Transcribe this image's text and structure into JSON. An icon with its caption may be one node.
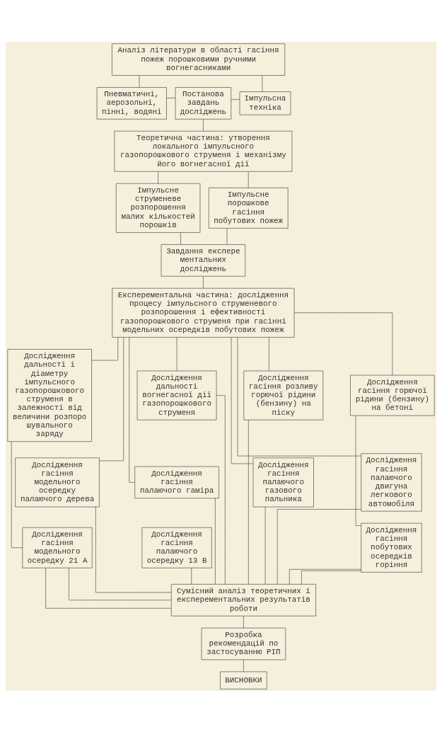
{
  "diagram": {
    "nodes": [
      {
        "text": [
          "Аналіз літератури в області гасіння пожеж порошковими ручними вогнегасниками"
        ]
      },
      {
        "text": [
          "Пневматичні, аерозольні, пінні, водяні"
        ]
      },
      {
        "text": [
          "Постанова завдань досліджень"
        ]
      },
      {
        "text": [
          "Імпульсна техніка"
        ]
      },
      {
        "text": [
          "Теоретична частина: утворення локального імпульсного газопорошкового струменя і механізму його вогнегасної дії"
        ]
      },
      {
        "text": [
          "Імпульсне струменеве розпорошення малих кількостей порошків"
        ]
      },
      {
        "text": [
          "Імпульсне порошкове гасіння побутових пожеж"
        ]
      },
      {
        "text": [
          "Завдання експерементальних досліджень"
        ]
      },
      {
        "text": [
          "Експерементальна частина: дослідження процесу імпульсного струменевого розпорошення і ефективності газопорошкового струменя при гасінні модельних осередків побутових пожеж"
        ]
      },
      {
        "text": [
          "Дослідження дальності і діаметру імпульсного газопорошкового струменя в залежності від величини розпорошувального заряду"
        ]
      },
      {
        "text": [
          "Дослідження дальності вогнегасної дії газопорошкового струменя"
        ]
      },
      {
        "text": [
          "Дослідження гасіння розливу горючої рідини (бензину) на піску"
        ]
      },
      {
        "text": [
          "Дослідження гасіння горючої рідини (бензину) на бетоні"
        ]
      },
      {
        "text": [
          "Дослідження гасіння модельного осередку палаючого дерева"
        ]
      },
      {
        "text": [
          "Дослідження гасіння палаючого гаміра"
        ]
      },
      {
        "text": [
          "Дослідження гасіння палаючого газового пальника"
        ]
      },
      {
        "text": [
          "Дослідження гасіння палаючого двигуна легкового автомобіля"
        ]
      },
      {
        "text": [
          "Дослідження гасіння модельного осередку 21 А"
        ]
      },
      {
        "text": [
          "Дослідження гасіння палаючого осередку 13 В"
        ]
      },
      {
        "text": [
          "Дослідження гасіння побутових осередків горіння"
        ]
      },
      {
        "text": [
          "Сумісний аналіз теоретичних і експерементальних результатів роботи"
        ]
      },
      {
        "text": [
          "Розробка рекомендацій по застосуванню РІП"
        ]
      },
      {
        "text": [
          "ВИСНОВКИ"
        ]
      }
    ],
    "edges": [
      {
        "from": 0,
        "to": 1,
        "arrow": "none"
      },
      {
        "from": 0,
        "to": 3,
        "arrow": "none"
      },
      {
        "from": 1,
        "to": 2,
        "arrow": "none"
      },
      {
        "from": 2,
        "to": 3,
        "arrow": "none"
      },
      {
        "from": 2,
        "to": 4,
        "arrow": "none"
      },
      {
        "from": 4,
        "to": 5,
        "arrow": "none"
      },
      {
        "from": 4,
        "to": 6,
        "arrow": "none"
      },
      {
        "from": 5,
        "to": 7,
        "arrow": "none"
      },
      {
        "from": 6,
        "to": 7,
        "arrow": "none"
      },
      {
        "from": 7,
        "to": 8,
        "arrow": "none"
      },
      {
        "from": 8,
        "to": 9,
        "arrow": "none"
      },
      {
        "from": 8,
        "to": 10,
        "arrow": "none"
      },
      {
        "from": 8,
        "to": 11,
        "arrow": "none"
      },
      {
        "from": 8,
        "to": 12,
        "arrow": "none"
      },
      {
        "from": 8,
        "to": 13,
        "arrow": "none"
      },
      {
        "from": 8,
        "to": 14,
        "arrow": "none"
      },
      {
        "from": 8,
        "to": 15,
        "arrow": "none"
      },
      {
        "from": 8,
        "to": 16,
        "arrow": "none"
      },
      {
        "from": 9,
        "to": 17,
        "arrow": "none"
      },
      {
        "from": 12,
        "to": 19,
        "arrow": "none"
      },
      {
        "from": 10,
        "to": 20,
        "arrow": "none"
      },
      {
        "from": 11,
        "to": 20,
        "arrow": "none"
      },
      {
        "from": 13,
        "to": 20,
        "arrow": "none"
      },
      {
        "from": 14,
        "to": 20,
        "arrow": "none"
      },
      {
        "from": 15,
        "to": 20,
        "arrow": "none"
      },
      {
        "from": 16,
        "to": 20,
        "arrow": "none"
      },
      {
        "from": 17,
        "to": 20,
        "arrow": "none"
      },
      {
        "from": 17,
        "to": 20,
        "arrow": "none"
      },
      {
        "from": 18,
        "to": 20,
        "arrow": "none"
      },
      {
        "from": 19,
        "to": 20,
        "arrow": "none"
      },
      {
        "from": 19,
        "to": 20,
        "arrow": "none"
      },
      {
        "from": 20,
        "to": 21,
        "arrow": "none"
      },
      {
        "from": 21,
        "to": 22,
        "arrow": "none"
      }
    ]
  }
}
